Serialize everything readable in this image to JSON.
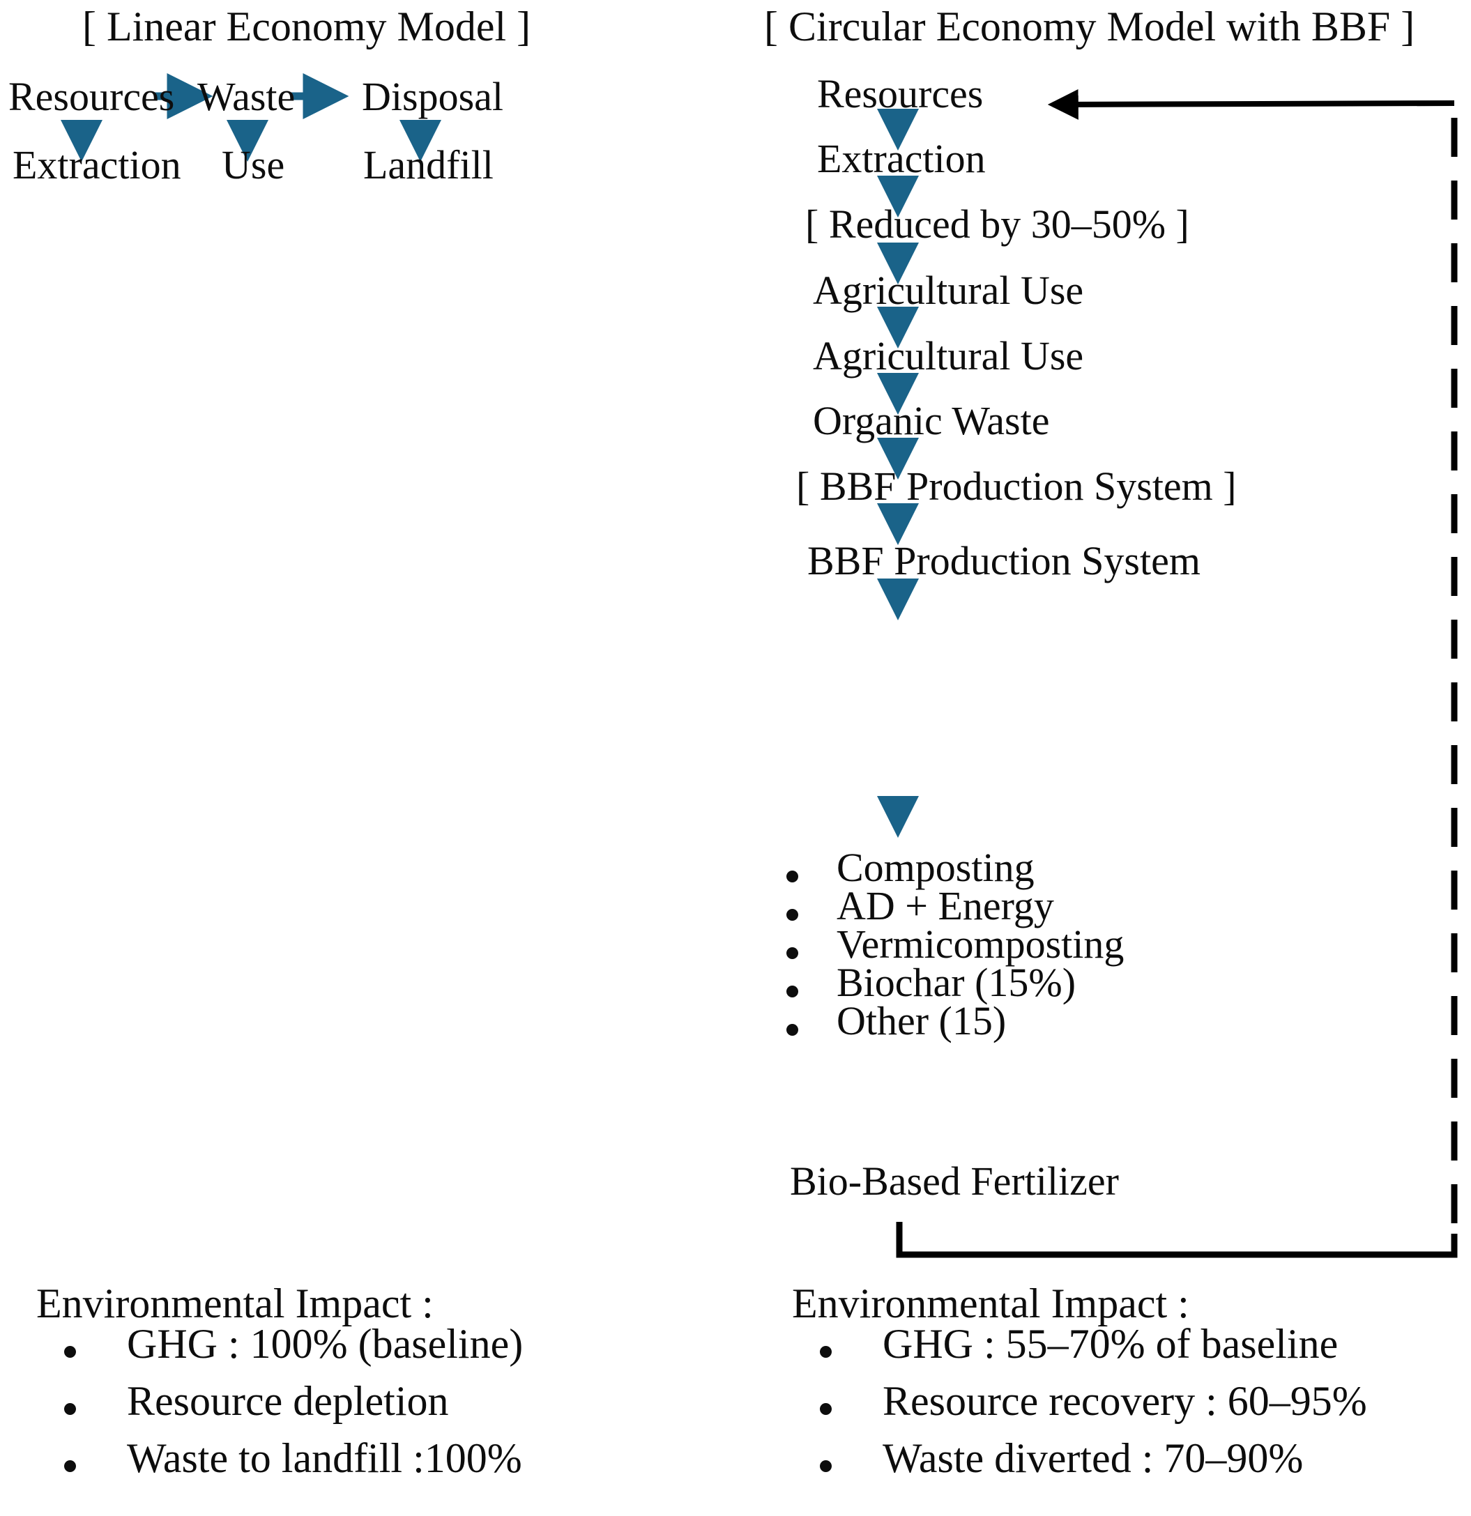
{
  "colors": {
    "arrow_blue": "#1a6389",
    "loop_black": "#000000",
    "text": "#0d0d0d",
    "background": "#ffffff"
  },
  "diagram_data": {
    "type": "flowchart",
    "panels": [
      {
        "id": "linear",
        "title": "[ Linear Economy Model ]",
        "top_row": [
          "Resources",
          "Waste",
          "Disposal"
        ],
        "bottom_row": [
          "Extraction",
          "Use",
          "Landfill"
        ],
        "horizontal_arrows": 2,
        "vertical_arrows": 3,
        "impact_heading": "Environmental Impact :",
        "impact_items": [
          "GHG : 100% (baseline)",
          "Resource depletion",
          "Waste to landfill :100%"
        ]
      },
      {
        "id": "circular",
        "title": "[ Circular Economy Model with BBF ]",
        "chain": [
          "Resources",
          "Extraction",
          "[ Reduced by 30–50% ]",
          "Agricultural Use",
          "Agricultural Use",
          "Organic Waste",
          "[ BBF Production System ]",
          "BBF Production System"
        ],
        "process_options": [
          "Composting",
          "AD + Energy",
          "Vermicomposting",
          "Biochar (15%)",
          "Other (15)"
        ],
        "output": "Bio-Based Fertilizer",
        "loop_label": "return-loop-to-resources",
        "impact_heading": "Environmental Impact :",
        "impact_items": [
          "GHG : 55–70% of baseline",
          "Resource recovery : 60–95%",
          "Waste diverted : 70–90%"
        ]
      }
    ]
  },
  "linear": {
    "title": "[ Linear Economy Model ]",
    "nodes": {
      "resources": "Resources",
      "waste": "Waste",
      "disposal": "Disposal",
      "extraction": "Extraction",
      "use": "Use",
      "landfill": "Landfill"
    },
    "impact": {
      "heading": "Environmental Impact :",
      "items": [
        "GHG : 100% (baseline)",
        "Resource depletion",
        "Waste to landfill :100%"
      ]
    }
  },
  "circular": {
    "title": "[ Circular Economy Model with BBF ]",
    "nodes": {
      "resources": "Resources",
      "extraction": "Extraction",
      "reduced": "[ Reduced by 30–50% ]",
      "ag_use_1": "Agricultural Use",
      "ag_use_2": "Agricultural Use",
      "organic_waste": "Organic Waste",
      "bbf_bracket": "[ BBF Production System ]",
      "bbf_system": "BBF Production System",
      "fertilizer": "Bio-Based Fertilizer"
    },
    "options": [
      "Composting",
      "AD + Energy",
      "Vermicomposting",
      "Biochar (15%)",
      "Other (15)"
    ],
    "impact": {
      "heading": "Environmental Impact :",
      "items": [
        "GHG : 55–70% of baseline",
        "Resource recovery : 60–95%",
        "Waste diverted : 70–90%"
      ]
    }
  }
}
